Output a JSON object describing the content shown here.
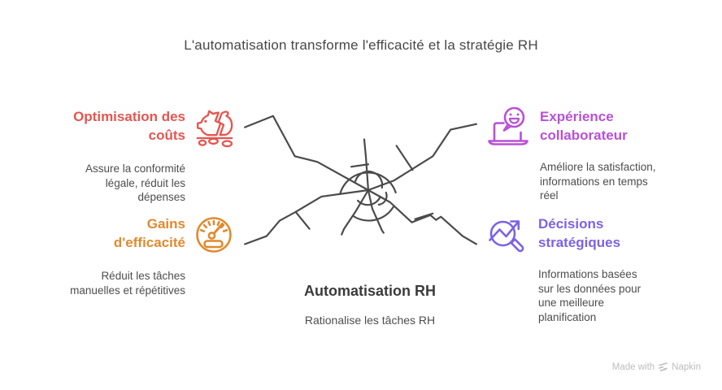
{
  "title": "L'automatisation transforme l'efficacité et la stratégie RH",
  "center": {
    "title": "Automatisation RH",
    "subtitle": "Rationalise les tâches RH"
  },
  "nodes": [
    {
      "id": "optimisation-couts",
      "label": "Optimisation des coûts",
      "description": "Assure la conformité légale, réduit les dépenses",
      "color": "#E4564F",
      "icon": "piggy-bank-broken-icon"
    },
    {
      "id": "gains-efficacite",
      "label": "Gains d'efficacité",
      "description": "Réduit les tâches manuelles et répétitives",
      "color": "#E08A2F",
      "icon": "speedometer-icon"
    },
    {
      "id": "experience-collaborateur",
      "label": "Expérience collaborateur",
      "description": "Améliore la satisfaction, informations en temps réel",
      "color": "#B851D6",
      "icon": "laptop-chat-smiley-icon"
    },
    {
      "id": "decisions-strategiques",
      "label": "Décisions stratégiques",
      "description": "Informations basées sur les données pour une meilleure planification",
      "color": "#7B63E4",
      "icon": "magnifier-trend-arrow-icon"
    }
  ],
  "watermark": {
    "prefix": "Made with",
    "brand": "Napkin"
  },
  "colors": {
    "title_text": "#474747",
    "body_text": "#4D4D4D",
    "center_title_text": "#3B3B3B",
    "sketch_stroke": "#4A4A4A",
    "watermark_text": "#BDBDBD",
    "background": "#FFFFFF"
  }
}
